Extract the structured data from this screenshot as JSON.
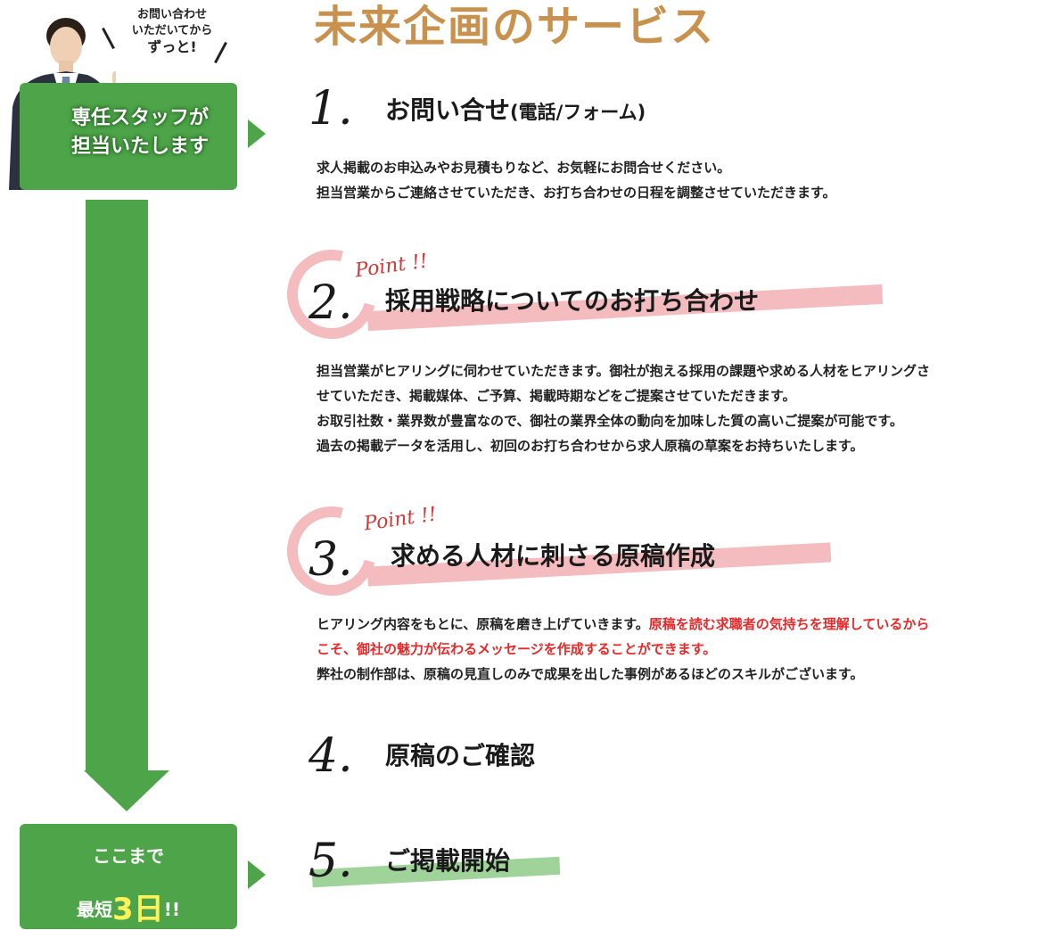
{
  "title": "未来企画のサービス",
  "left": {
    "bubble_line1": "お問い合わせ",
    "bubble_line2": "いただいてから",
    "bubble_line3": "ずっと!",
    "top_box_line1": "専任スタッフが",
    "top_box_line2": "担当いたします",
    "bottom_box_line1": "ここまで",
    "bottom_box_prefix": "最短",
    "bottom_box_highlight": "3日",
    "bottom_box_suffix": "!!"
  },
  "steps": [
    {
      "number": "1.",
      "title": "お問い合せ",
      "title_sub": "(電話/フォーム)",
      "lines": [
        "求人掲載のお申込みやお見積もりなど、お気軽にお問合せください。",
        "担当営業からご連絡させていただき、お打ち合わせの日程を調整させていただきます。"
      ]
    },
    {
      "number": "2.",
      "point": "Point !!",
      "title": "採用戦略についてのお打ち合わせ",
      "lines": [
        "担当営業がヒアリングに伺わせていただきます。御社が抱える採用の課題や求める人材をヒアリングさ",
        "せていただき、掲載媒体、ご予算、掲載時期などをご提案させていただきます。",
        "お取引社数・業界数が豊富なので、御社の業界全体の動向を加味した質の高いご提案が可能です。",
        "過去の掲載データを活用し、初回のお打ち合わせから求人原稿の草案をお持ちいたします。"
      ]
    },
    {
      "number": "3.",
      "point": "Point !!",
      "title": "求める人材に刺さる原稿作成",
      "line1_plain": "ヒアリング内容をもとに、原稿を磨き上げていきます。",
      "line1_red": "原稿を読む求職者の気持ちを理解しているから",
      "line2_red": "こそ、御社の魅力が伝わるメッセージを作成することができます。",
      "line3": "弊社の制作部は、原稿の見直しのみで成果を出した事例があるほどのスキルがございます。"
    },
    {
      "number": "4.",
      "title": "原稿のご確認"
    },
    {
      "number": "5.",
      "title": "ご掲載開始"
    }
  ],
  "colors": {
    "green": "#4ea549",
    "title_gold": "#c8924e",
    "highlight_pink": "#f4bcbf",
    "highlight_green": "#9fd39a",
    "emphasis_red": "#e8292a",
    "highlight_yellow": "#fff25a"
  }
}
